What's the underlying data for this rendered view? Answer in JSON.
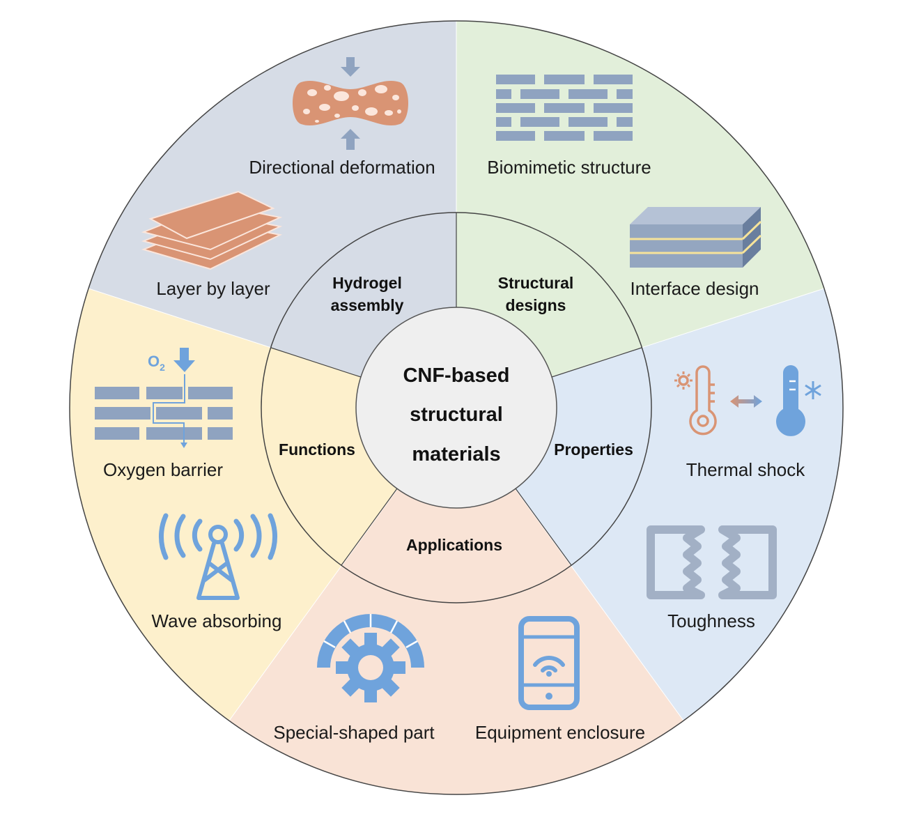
{
  "colors": {
    "hydrogel": "#d6dce6",
    "structural": "#e2efda",
    "properties": "#dde8f5",
    "applications": "#f9e3d6",
    "functions": "#fdf0cc",
    "center": "#efefef",
    "orange_icon": "#d99474",
    "gray_icon": "#8fa3c0",
    "blue_icon": "#6fa3dc"
  },
  "center": {
    "line1": "CNF-based",
    "line2": "structural",
    "line3": "materials"
  },
  "categories": {
    "hydrogel": [
      "Hydrogel",
      "assembly"
    ],
    "structural": [
      "Structural",
      "designs"
    ],
    "properties": "Properties",
    "applications": "Applications",
    "functions": "Functions"
  },
  "items": {
    "directional_deformation": "Directional deformation",
    "layer_by_layer": "Layer by layer",
    "biomimetic_structure": "Biomimetic structure",
    "interface_design": "Interface design",
    "thermal_shock": "Thermal shock",
    "toughness": "Toughness",
    "special_shaped_part": "Special-shaped part",
    "equipment_enclosure": "Equipment enclosure",
    "oxygen_barrier": "Oxygen barrier",
    "wave_absorbing": "Wave absorbing",
    "o2_label": "O",
    "o2_sub": "2"
  },
  "icons": [
    "compressed-sponge-icon",
    "stacked-layers-icon",
    "brick-wall-icon",
    "laminate-block-icon",
    "thermometer-hot-icon",
    "thermometer-cold-icon",
    "crack-block-icon",
    "gear-icon",
    "phone-icon",
    "brick-barrier-icon",
    "antenna-tower-icon"
  ]
}
